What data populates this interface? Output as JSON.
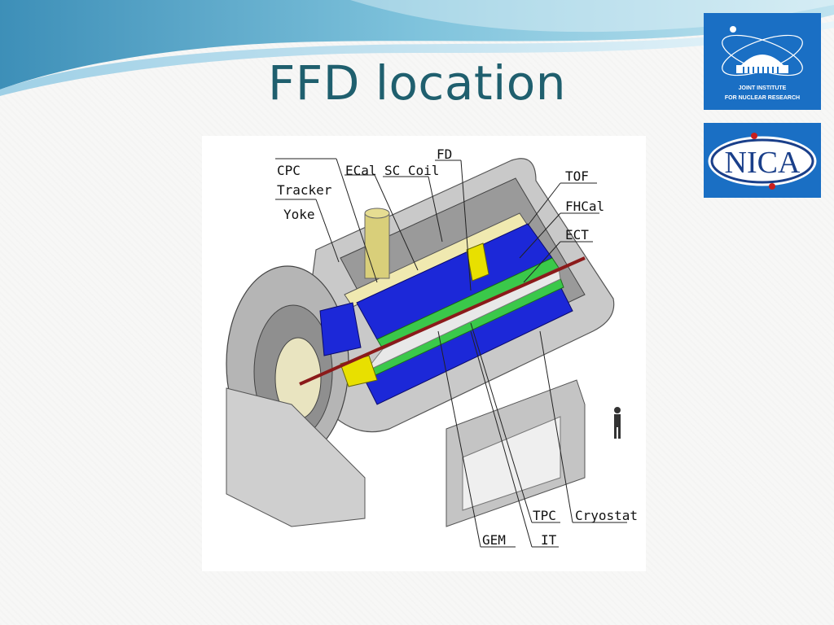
{
  "slide": {
    "title": "FFD location"
  },
  "logos": {
    "jinr": {
      "line1": "JOINT INSTITUTE",
      "line2": "FOR NUCLEAR RESEARCH",
      "color": "#1a6fc4"
    },
    "nica": {
      "text": "NICA",
      "color": "#1a6fc4"
    }
  },
  "diagram": {
    "labels": {
      "cpc": "CPC",
      "tracker": "Tracker",
      "yoke": "Yoke",
      "ecal": "ECal",
      "sc_coil": "SC Coil",
      "fd": "FD",
      "tof": "TOF",
      "fhcal": "FHCal",
      "ect": "ECT",
      "tpc": "TPC",
      "cryostat": "Cryostat",
      "gem": "GEM",
      "it": "IT"
    },
    "colors": {
      "yoke": "#b8b8b8",
      "ecal": "#1c28d8",
      "tof": "#3ac84a",
      "tpc": "#e8e8e8",
      "fhcal": "#e8e000",
      "beam": "#8b1a1a",
      "coil": "#f0e9b0"
    }
  }
}
